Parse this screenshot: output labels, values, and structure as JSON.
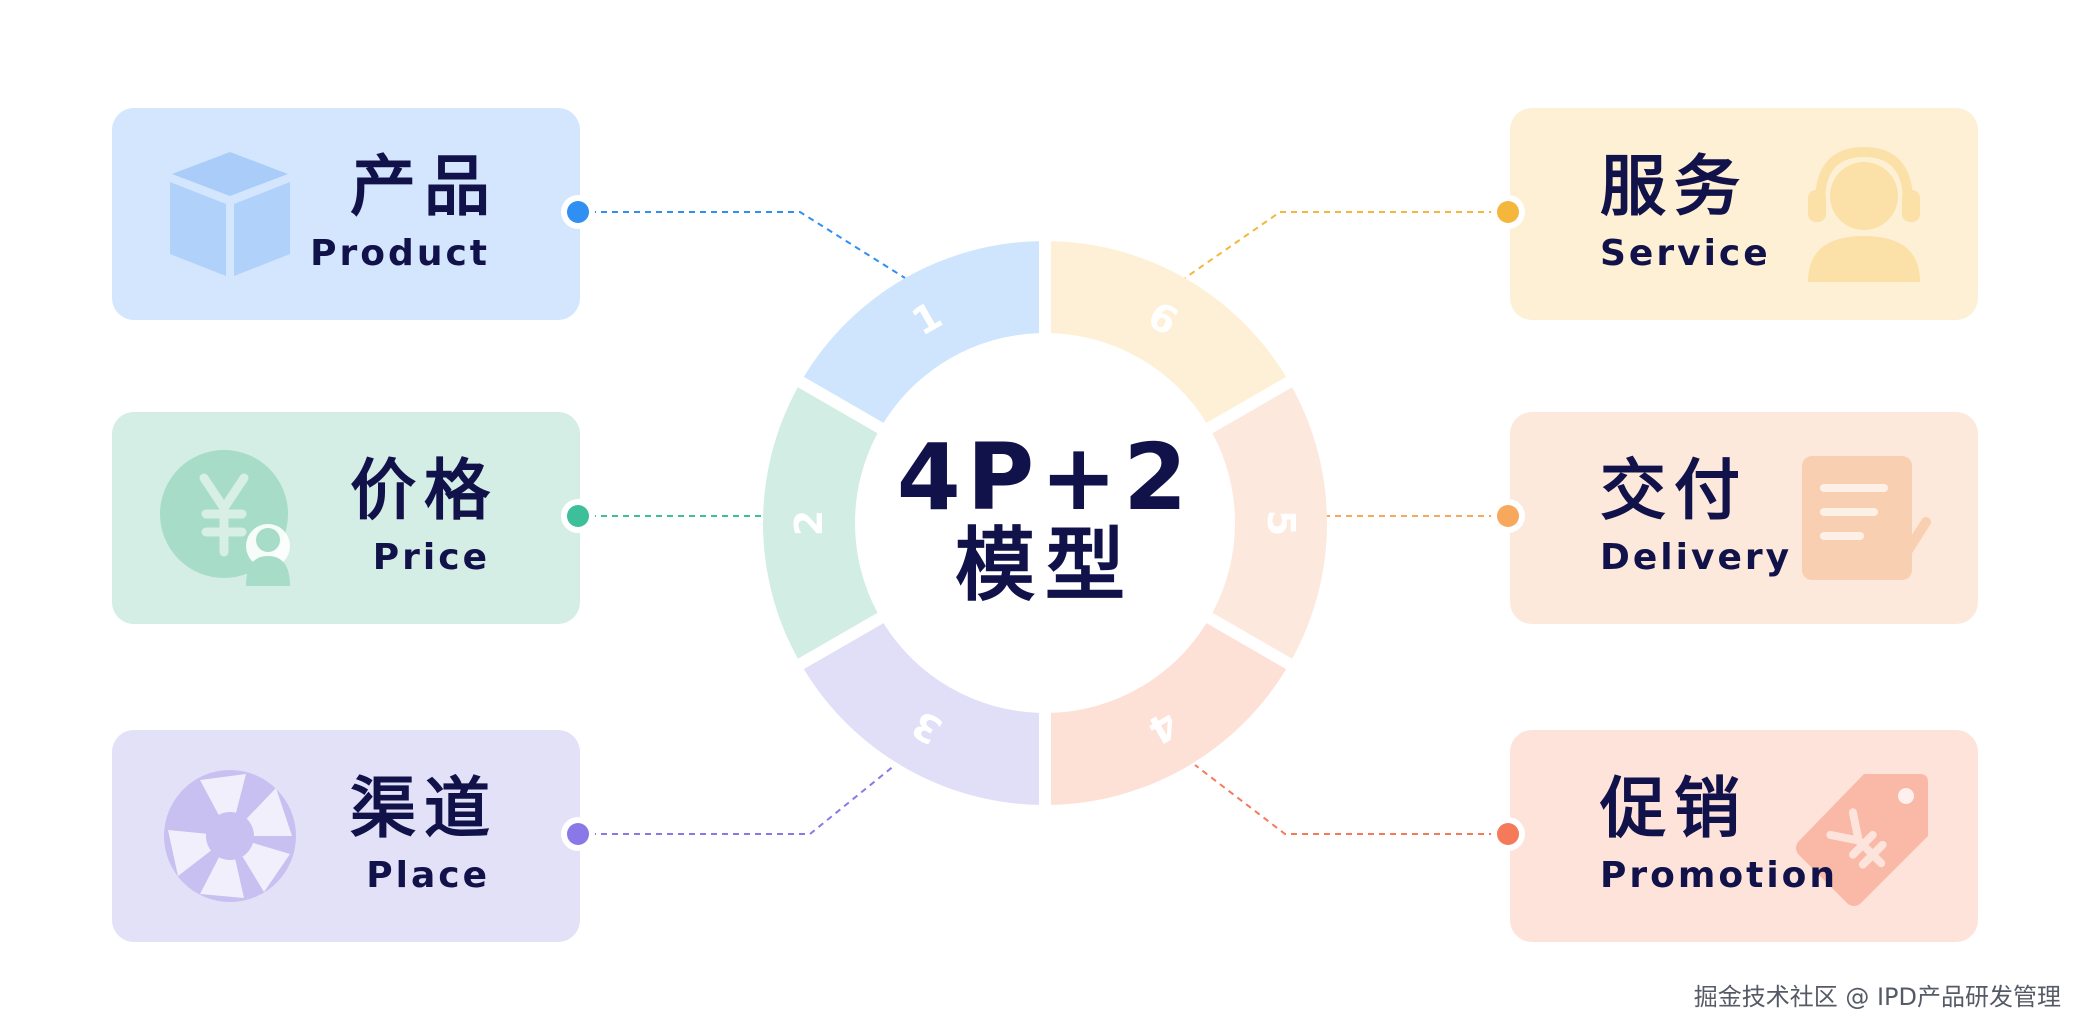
{
  "center": {
    "line1": "4P+2",
    "line2": "模型"
  },
  "segment_numbers": [
    "1",
    "2",
    "3",
    "4",
    "5",
    "6"
  ],
  "cards": {
    "product": {
      "zh": "产品",
      "en": "Product"
    },
    "price": {
      "zh": "价格",
      "en": "Price"
    },
    "place": {
      "zh": "渠道",
      "en": "Place"
    },
    "service": {
      "zh": "服务",
      "en": "Service"
    },
    "delivery": {
      "zh": "交付",
      "en": "Delivery"
    },
    "promotion": {
      "zh": "促销",
      "en": "Promotion"
    }
  },
  "colors": {
    "product": {
      "card": "#d3e6fd",
      "segment": "#cfe4fd",
      "dot": "#2f8ff2",
      "icon": "#a9cdf8"
    },
    "price": {
      "card": "#d4ede5",
      "segment": "#d2ede4",
      "dot": "#3dbf9a",
      "icon": "#a6dcc8"
    },
    "place": {
      "card": "#e3e1f7",
      "segment": "#e1def7",
      "dot": "#8a78e8",
      "icon": "#c7c0f1"
    },
    "service": {
      "card": "#fdf0d4",
      "segment": "#fdf0d6",
      "dot": "#f5b63c",
      "icon": "#fbe0a7"
    },
    "delivery": {
      "card": "#fde8dc",
      "segment": "#fde8de",
      "dot": "#f7a85c",
      "icon": "#f9cfb1"
    },
    "promotion": {
      "card": "#fde3da",
      "segment": "#fde0d6",
      "dot": "#f47a5a",
      "icon": "#f9b9a6"
    },
    "text": "#12124a"
  },
  "icons": {
    "product": "cube-icon",
    "price": "yen-coin-person-icon",
    "place": "aperture-icon",
    "service": "headset-person-icon",
    "delivery": "document-signature-icon",
    "promotion": "yen-price-tag-icon"
  },
  "watermark": "掘金技术社区 @ IPD产品研发管理"
}
